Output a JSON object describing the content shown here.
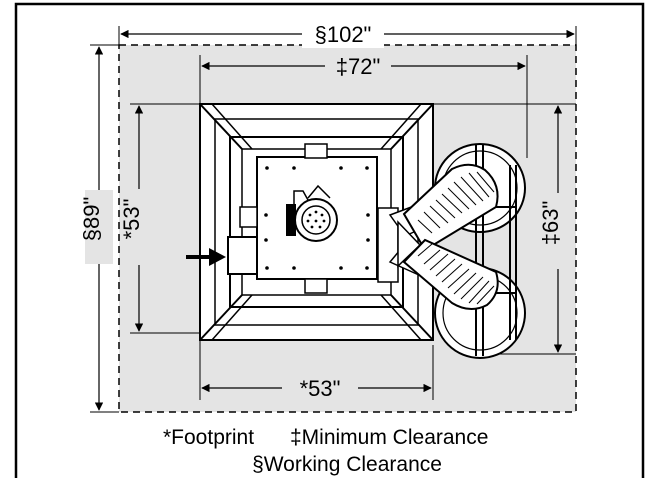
{
  "dimensions": {
    "working_width": "§102\"",
    "min_clearance_width": "‡72\"",
    "working_depth": "§89\"",
    "footprint_depth": "*53\"",
    "min_clearance_depth": "‡63\"",
    "footprint_width": "*53\""
  },
  "legend": {
    "footprint": "*Footprint",
    "minimum_clearance": "‡Minimum Clearance",
    "working_clearance": "§Working Clearance"
  },
  "colors": {
    "working_area_fill": "#e4e4e4",
    "line": "#000000",
    "machine_fill": "#ffffff",
    "background": "#ffffff"
  },
  "icons": {
    "front_indicator": "arrow-right-icon"
  }
}
